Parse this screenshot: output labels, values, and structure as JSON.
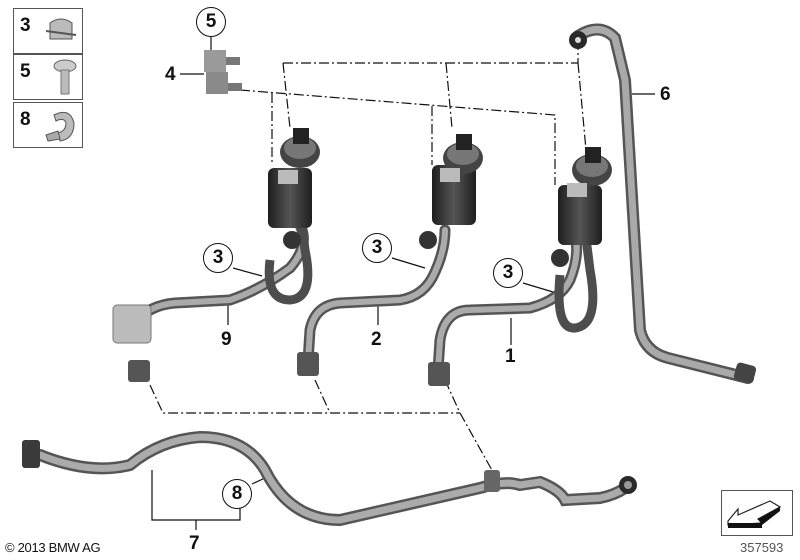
{
  "diagram": {
    "copyright": "© 2013 BMW AG",
    "diagram_id": "357593",
    "legend": [
      {
        "number": "3",
        "part": "clamp-clip"
      },
      {
        "number": "5",
        "part": "screw"
      },
      {
        "number": "8",
        "part": "hose-clamp"
      }
    ],
    "callouts": [
      {
        "number": "5",
        "style": "circle",
        "part": "screw"
      },
      {
        "number": "4",
        "style": "plain",
        "part": "bracket"
      },
      {
        "number": "6",
        "style": "plain",
        "part": "vent-line-top"
      },
      {
        "number": "3",
        "style": "circle",
        "part": "clamp-left"
      },
      {
        "number": "3",
        "style": "circle",
        "part": "clamp-middle"
      },
      {
        "number": "3",
        "style": "circle",
        "part": "clamp-right"
      },
      {
        "number": "9",
        "style": "plain",
        "part": "hose-with-sensor"
      },
      {
        "number": "2",
        "style": "plain",
        "part": "hose-middle"
      },
      {
        "number": "1",
        "style": "plain",
        "part": "hose-right"
      },
      {
        "number": "8",
        "style": "circle",
        "part": "hose-clamp-bottom"
      },
      {
        "number": "7",
        "style": "plain",
        "part": "vent-line-bottom"
      }
    ],
    "colors": {
      "line": "#111111",
      "hose_light": "#a8a8a8",
      "hose_dark": "#5a5a5a",
      "valve_dark": "#2e2e2e",
      "background": "#ffffff"
    }
  }
}
